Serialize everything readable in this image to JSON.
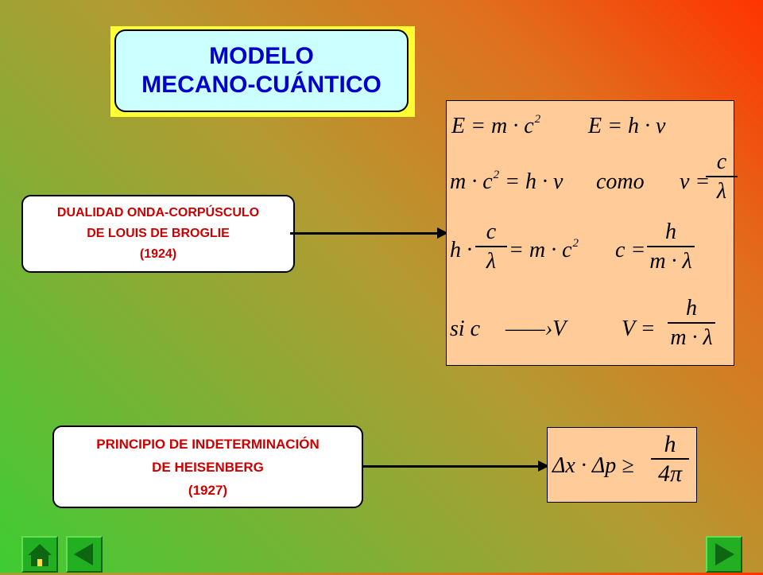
{
  "title": {
    "line1": "MODELO",
    "line2": "MECANO-CUÁNTICO"
  },
  "duality": {
    "line1": "DUALIDAD ONDA-CORPÚSCULO",
    "line2": "DE LOUIS DE BROGLIE",
    "line3": "(1924)"
  },
  "heisenberg": {
    "line1": "PRINCIPIO DE INDETERMINACIÓN",
    "line2": "DE HEISENBERG",
    "line3": "(1927)"
  },
  "formulas": {
    "row1_left": "E = m · c",
    "sup2": "2",
    "row1_right": "E = h · v",
    "row2_left": "m · c",
    "row2_mid": "= h · v",
    "como": "como",
    "v_eq": "v =",
    "c": "c",
    "lambda": "λ",
    "h": "h",
    "h_dot": "h ·",
    "eq_mc": "= m · c",
    "c_eq": "c =",
    "m_lambda": "m · λ",
    "si_c": "si  c",
    "arrow_v": "——›V",
    "V_eq": "V ="
  },
  "uncertainty": {
    "lhs": "Δx · Δp ≥",
    "num": "h",
    "den": "4π"
  },
  "nav": {
    "home": "home",
    "prev": "previous",
    "next": "next"
  }
}
